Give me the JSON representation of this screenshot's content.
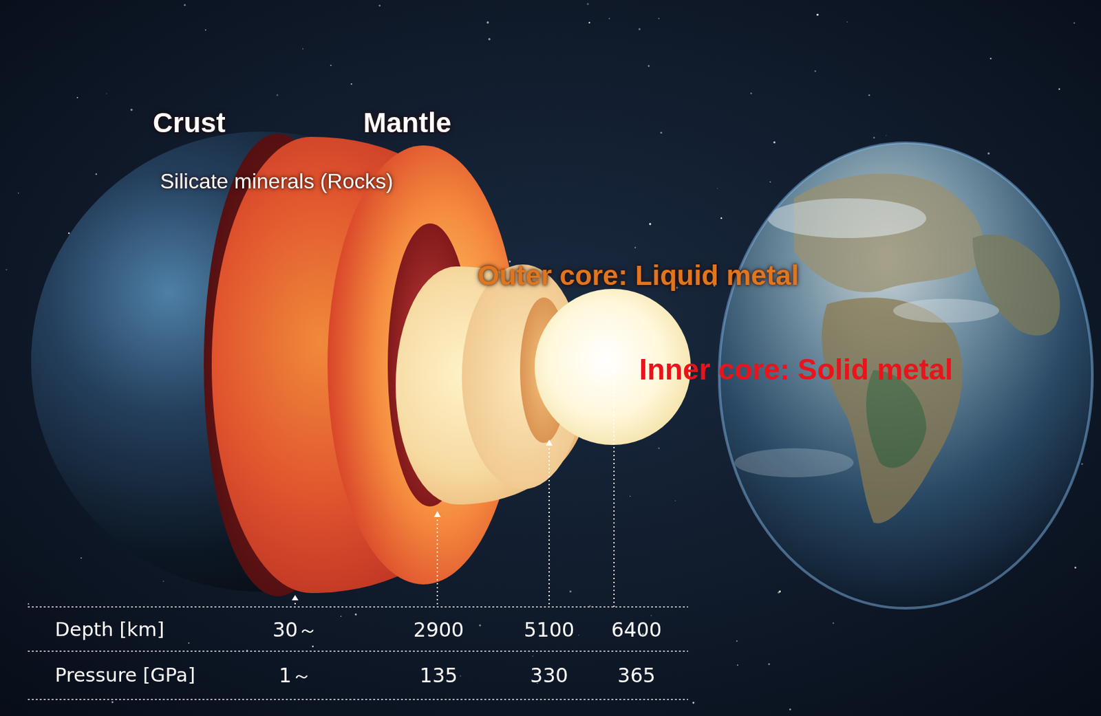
{
  "diagram": {
    "labels": [
      "Crust",
      "Mantle",
      "Silicate minerals (Rocks)",
      "Outer core: Liquid metal",
      "Inner core: Solid metal",
      "Depth [km]",
      "30～",
      "2900",
      "5100",
      "6400",
      "Pressure [GPa]",
      "1～",
      "135",
      "330",
      "365"
    ]
  }
}
